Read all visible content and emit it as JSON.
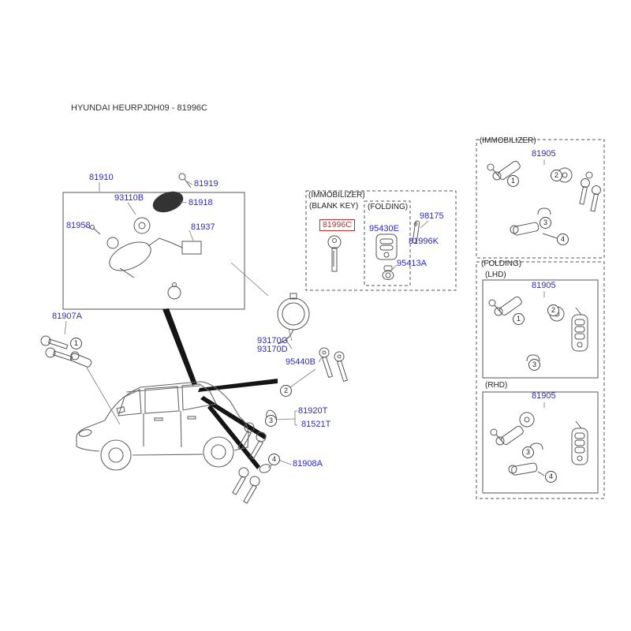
{
  "header": {
    "title": "HYUNDAI HEURPJDH09 - 81996C"
  },
  "colors": {
    "part-label": "#2a2ac8",
    "highlight": "#c62a2a",
    "line-color": "#555555"
  },
  "sections": {
    "immobilizer": "(IMMOBILIZER)",
    "blank_key": "(BLANK KEY)",
    "folding": "(FOLDING)",
    "lhd": "(LHD)",
    "rhd": "(RHD)"
  },
  "parts": {
    "p81910": "81910",
    "p93110B": "93110B",
    "p81919": "81919",
    "p81918": "81918",
    "p81958": "81958",
    "p81937": "81937",
    "p81907A": "81907A",
    "p81996C": "81996C",
    "p95430E": "95430E",
    "p98175": "98175",
    "p81996K": "81996K",
    "p95413A": "95413A",
    "p93170G": "93170G",
    "p93170D": "93170D",
    "p95440B": "95440B",
    "p81920T": "81920T",
    "p81521T": "81521T",
    "p81908A": "81908A",
    "p81905": "81905"
  },
  "callouts": {
    "n1": "1",
    "n2": "2",
    "n3": "3",
    "n4": "4"
  }
}
